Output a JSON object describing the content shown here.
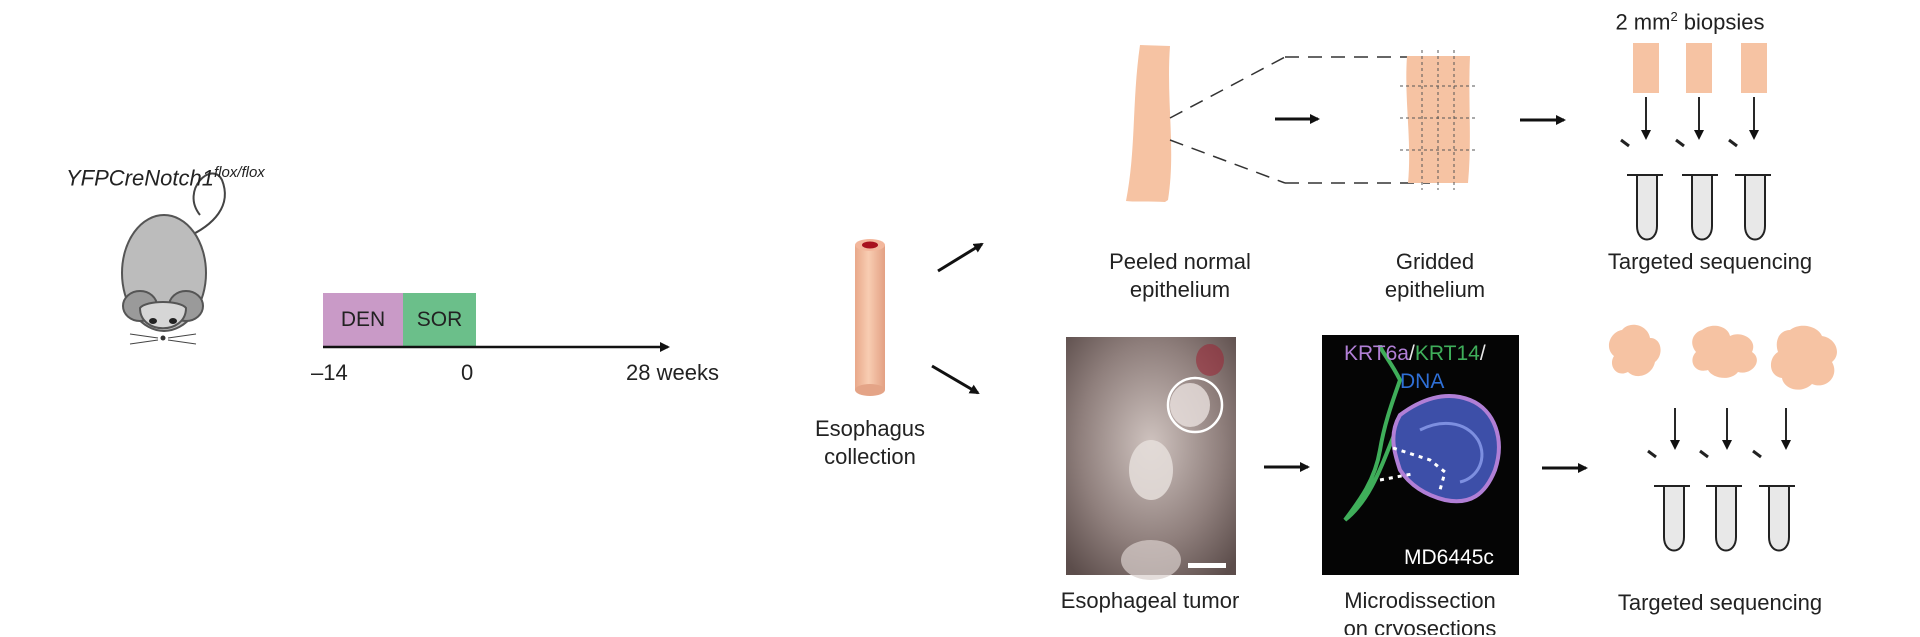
{
  "mouse": {
    "genotype": "YFPCreNotch1",
    "superscript": "flox/flox"
  },
  "timeline": {
    "den_label": "DEN",
    "sor_label": "SOR",
    "tick_start": "–14",
    "tick_zero": "0",
    "tick_end": "28 weeks"
  },
  "esophagus": {
    "label_line1": "Esophagus",
    "label_line2": "collection"
  },
  "top_row": {
    "biopsy_label": "2 mm",
    "biopsy_sup": "2",
    "biopsy_suffix": " biopsies",
    "peeled_line1": "Peeled normal",
    "peeled_line2": "epithelium",
    "gridded_line1": "Gridded",
    "gridded_line2": "epithelium",
    "sequencing": "Targeted sequencing"
  },
  "bottom_row": {
    "tumor_label": "Esophageal tumor",
    "micro_line1": "Microdissection",
    "micro_line2": "on cryosections",
    "sequencing": "Targeted sequencing",
    "stain_krt6a": "KRT6a",
    "stain_slash1": "/",
    "stain_krt14": "KRT14",
    "stain_slash2": "/",
    "stain_dna": "DNA",
    "sample_id": "MD6445c"
  },
  "colors": {
    "den": "#c99ac7",
    "sor": "#6bbf8a",
    "tissue": "#f6c3a3",
    "krt6a": "#b17fd6",
    "krt14": "#3fae5a",
    "dna": "#2f6fd6"
  }
}
